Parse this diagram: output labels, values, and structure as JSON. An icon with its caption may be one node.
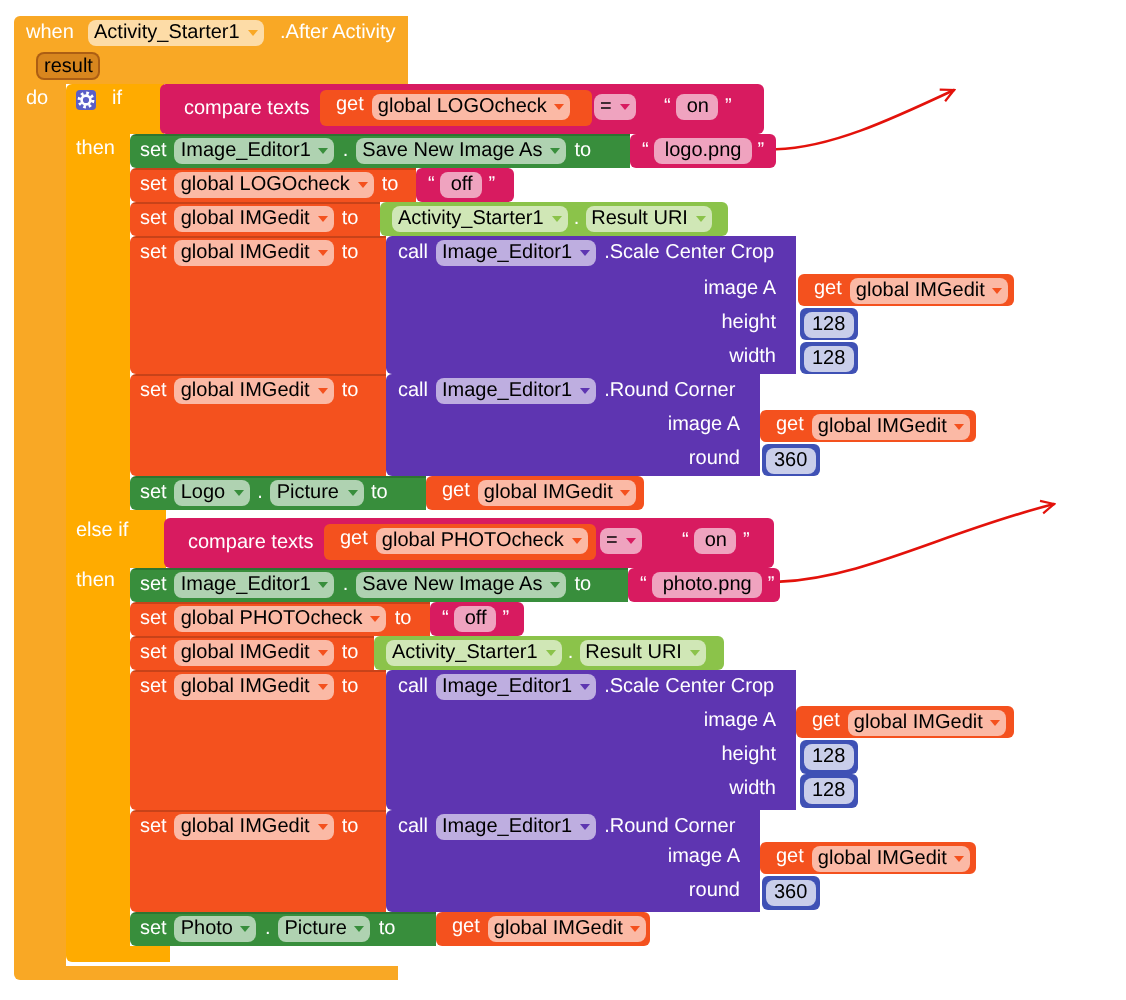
{
  "diagram": {
    "nodes": [
      {
        "text": [
          "when",
          "Activity_Starter1",
          ".After Activity",
          "result",
          "do"
        ]
      },
      {
        "text": [
          "if",
          "then",
          "else if",
          "then"
        ],
        "in": 0
      },
      {
        "text": [
          "compare texts",
          "="
        ],
        "in": 1
      },
      {
        "text": [
          "get",
          "global LOGOcheck"
        ],
        "in": 2
      },
      {
        "text": [
          "“",
          "on",
          "”"
        ],
        "in": 2
      },
      {
        "text": [
          "set",
          "Image_Editor1",
          ".",
          "Save New Image As",
          "to"
        ],
        "in": 1
      },
      {
        "text": [
          "“",
          "logo.png",
          "”"
        ],
        "in": 5
      },
      {
        "text": [
          "set",
          "global LOGOcheck",
          "to"
        ],
        "in": 1
      },
      {
        "text": [
          "“",
          "off",
          "”"
        ],
        "in": 7
      },
      {
        "text": [
          "set",
          "global IMGedit",
          "to"
        ],
        "in": 1
      },
      {
        "text": [
          "Activity_Starter1",
          ".",
          "Result URI"
        ],
        "in": 9
      },
      {
        "text": [
          "set",
          "global IMGedit",
          "to"
        ],
        "in": 1
      },
      {
        "text": [
          "call",
          "Image_Editor1",
          ".Scale Center Crop",
          "image A",
          "height",
          "width"
        ],
        "in": 11
      },
      {
        "text": [
          "get",
          "global IMGedit"
        ],
        "in": 12
      },
      {
        "text": [
          "128"
        ],
        "in": 12
      },
      {
        "text": [
          "128"
        ],
        "in": 12
      },
      {
        "text": [
          "set",
          "global IMGedit",
          "to"
        ],
        "in": 1
      },
      {
        "text": [
          "call",
          "Image_Editor1",
          ".Round Corner",
          "image A",
          "round"
        ],
        "in": 16
      },
      {
        "text": [
          "get",
          "global IMGedit"
        ],
        "in": 17
      },
      {
        "text": [
          "360"
        ],
        "in": 17
      },
      {
        "text": [
          "set",
          "Logo",
          ".",
          "Picture",
          "to"
        ],
        "in": 1
      },
      {
        "text": [
          "get",
          "global IMGedit"
        ],
        "in": 20
      },
      {
        "text": [
          "compare texts",
          "="
        ],
        "in": 1
      },
      {
        "text": [
          "get",
          "global PHOTOcheck"
        ],
        "in": 22
      },
      {
        "text": [
          "“",
          "on",
          "”"
        ],
        "in": 22
      },
      {
        "text": [
          "set",
          "Image_Editor1",
          ".",
          "Save New Image As",
          "to"
        ],
        "in": 1
      },
      {
        "text": [
          "“",
          "photo.png",
          "”"
        ],
        "in": 25
      },
      {
        "text": [
          "set",
          "global PHOTOcheck",
          "to"
        ],
        "in": 1
      },
      {
        "text": [
          "“",
          "off",
          "”"
        ],
        "in": 27
      },
      {
        "text": [
          "set",
          "global IMGedit",
          "to"
        ],
        "in": 1
      },
      {
        "text": [
          "Activity_Starter1",
          ".",
          "Result URI"
        ],
        "in": 29
      },
      {
        "text": [
          "set",
          "global IMGedit",
          "to"
        ],
        "in": 1
      },
      {
        "text": [
          "call",
          "Image_Editor1",
          ".Scale Center Crop",
          "image A",
          "height",
          "width"
        ],
        "in": 31
      },
      {
        "text": [
          "get",
          "global IMGedit"
        ],
        "in": 32
      },
      {
        "text": [
          "128"
        ],
        "in": 32
      },
      {
        "text": [
          "128"
        ],
        "in": 32
      },
      {
        "text": [
          "set",
          "global IMGedit",
          "to"
        ],
        "in": 1
      },
      {
        "text": [
          "call",
          "Image_Editor1",
          ".Round Corner",
          "image A",
          "round"
        ],
        "in": 36
      },
      {
        "text": [
          "get",
          "global IMGedit"
        ],
        "in": 37
      },
      {
        "text": [
          "360"
        ],
        "in": 37
      },
      {
        "text": [
          "set",
          "Photo",
          ".",
          "Picture",
          "to"
        ],
        "in": 1
      },
      {
        "text": [
          "get",
          "global IMGedit"
        ],
        "in": 40
      }
    ],
    "edges": [
      {
        "from": 6,
        "to": null,
        "arrow": "to"
      },
      {
        "from": 26,
        "to": null,
        "arrow": "to"
      }
    ]
  }
}
